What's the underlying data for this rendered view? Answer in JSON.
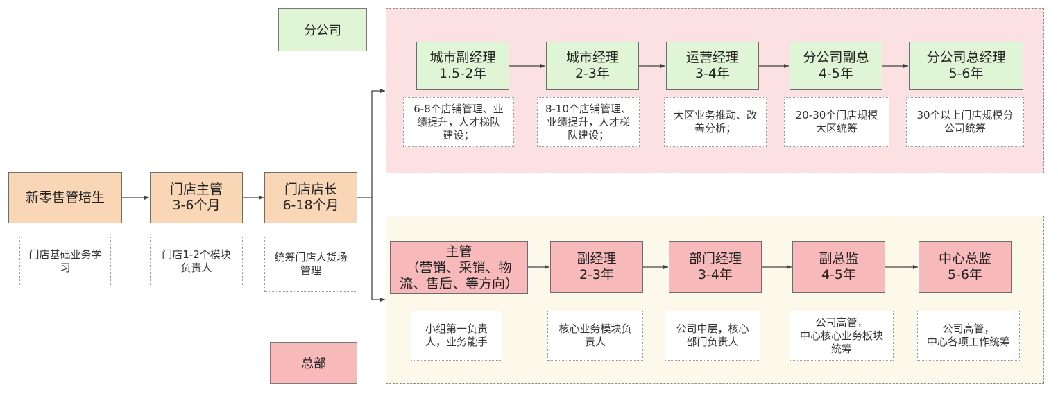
{
  "labels": {
    "branch_region": "分公司",
    "hq_region": "总部"
  },
  "common": {
    "trainee": "新零售管培生",
    "supervisor": "门店主管\n3-6个月",
    "store_manager": "门店店长\n6-18个月",
    "notes": {
      "trainee": "门店基础业务学\n习",
      "supervisor": "门店1-2个模块\n负责人",
      "store_manager": "统筹门店人货场\n管理"
    }
  },
  "branch": {
    "steps": [
      {
        "title": "城市副经理\n1.5-2年",
        "note": "6-8个店铺管理、业\n绩提升，人才梯队\n建设；"
      },
      {
        "title": "城市经理\n2-3年",
        "note": "8-10个店铺管理、\n业绩提升，人才梯\n队建设；"
      },
      {
        "title": "运营经理\n3-4年",
        "note": "大区业务推动、改\n善分析；"
      },
      {
        "title": "分公司副总\n4-5年",
        "note": "20-30个门店规模\n大区统筹"
      },
      {
        "title": "分公司总经理\n5-6年",
        "note": "30个以上门店规模分\n公司统筹"
      }
    ]
  },
  "hq": {
    "steps": [
      {
        "title": "主管\n（营销、采销、物\n流、售后、等方向）",
        "note": "小组第一负责\n人，业务能手"
      },
      {
        "title": "副经理\n2-3年",
        "note": "核心业务模块负\n责人"
      },
      {
        "title": "部门经理\n3-4年",
        "note": "公司中层，核心\n部门负责人"
      },
      {
        "title": "副总监\n4-5年",
        "note": "公司高管，\n中心核心业务板块\n统筹"
      },
      {
        "title": "中心总监\n5-6年",
        "note": "公司高管，\n中心各项工作统筹"
      }
    ]
  },
  "colors": {
    "common": "#f9d6b5",
    "branch": "#e0f4d6",
    "hq": "#f7b9ba",
    "branch_region_bg": "#fbe1e1",
    "hq_region_bg": "#fdf9ea"
  }
}
